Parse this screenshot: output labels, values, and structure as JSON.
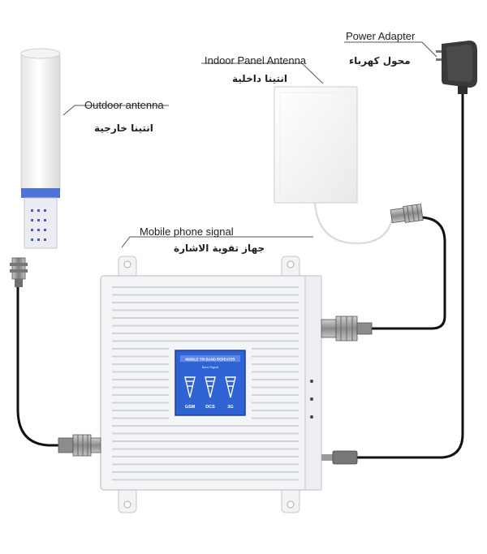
{
  "labels": {
    "outdoor_en": "Outdoor antenna",
    "outdoor_ar": "انتينا خارجية",
    "indoor_en": "Indoor Panel Antenna",
    "indoor_ar": "انتينا داخلية",
    "power_en": "Power Adapter",
    "power_ar": "محول كهرباء",
    "signal_en": "Mobile phone signal",
    "signal_ar": "جهاز تقوية الاشارة"
  },
  "display": {
    "title": "MOBILE TRI BAND REPEATER",
    "subtitle": "Band Signal",
    "bands": [
      "GSM",
      "DCS",
      "3G"
    ]
  },
  "colors": {
    "cable": "#111111",
    "display_blue": "#2f62d4",
    "device_body": "#f3f4f6"
  }
}
